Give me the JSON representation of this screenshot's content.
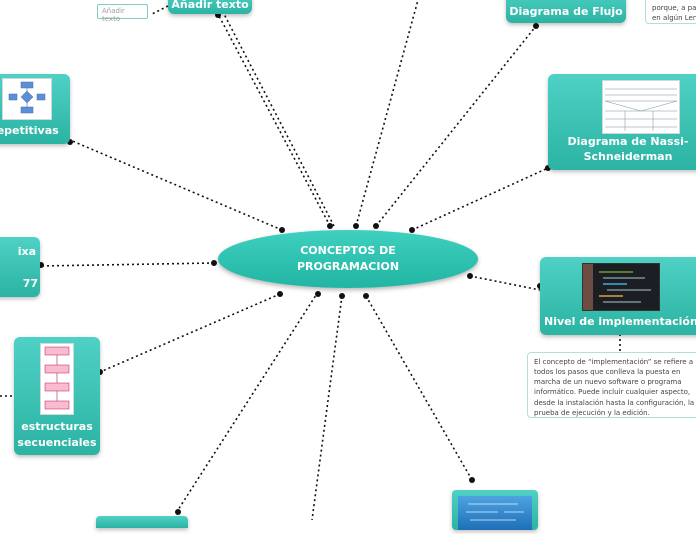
{
  "center": {
    "line1": "CONCEPTOS DE",
    "line2": "PROGRAMACION"
  },
  "nodes": {
    "add_text": "Añadir texto",
    "add_text_tag": "Añadir texto",
    "flujo": "Diagrama de Flujo",
    "nassi_line1": "Diagrama de Nassi-",
    "nassi_line2": "Schneiderman",
    "repetitivas": "repetitivas",
    "ixa": "ixa",
    "n77": "77",
    "secuenciales_line1": "estructuras",
    "secuenciales_line2": "secuenciales",
    "implementacion": "Nivel de implementación"
  },
  "notes": {
    "top_right_line1": "porque, a pa",
    "top_right_line2": "en algún Len",
    "implementacion": "El concepto de “implementación” se refiere a todos los pasos que conlleva la puesta en marcha de un nuevo software o programa informático. Puede incluir cualquier aspecto, desde la instalación hasta la configuración, la prueba de ejecución y la edición."
  },
  "colors": {
    "node": "#2bb3a3",
    "connector": "#111111",
    "note_border": "#b2dfdb"
  },
  "icons": [
    "flowchart-thumbnail",
    "nassi-diagram-thumbnail",
    "code-screen-thumbnail",
    "sequence-thumbnail",
    "formula-thumbnail"
  ]
}
